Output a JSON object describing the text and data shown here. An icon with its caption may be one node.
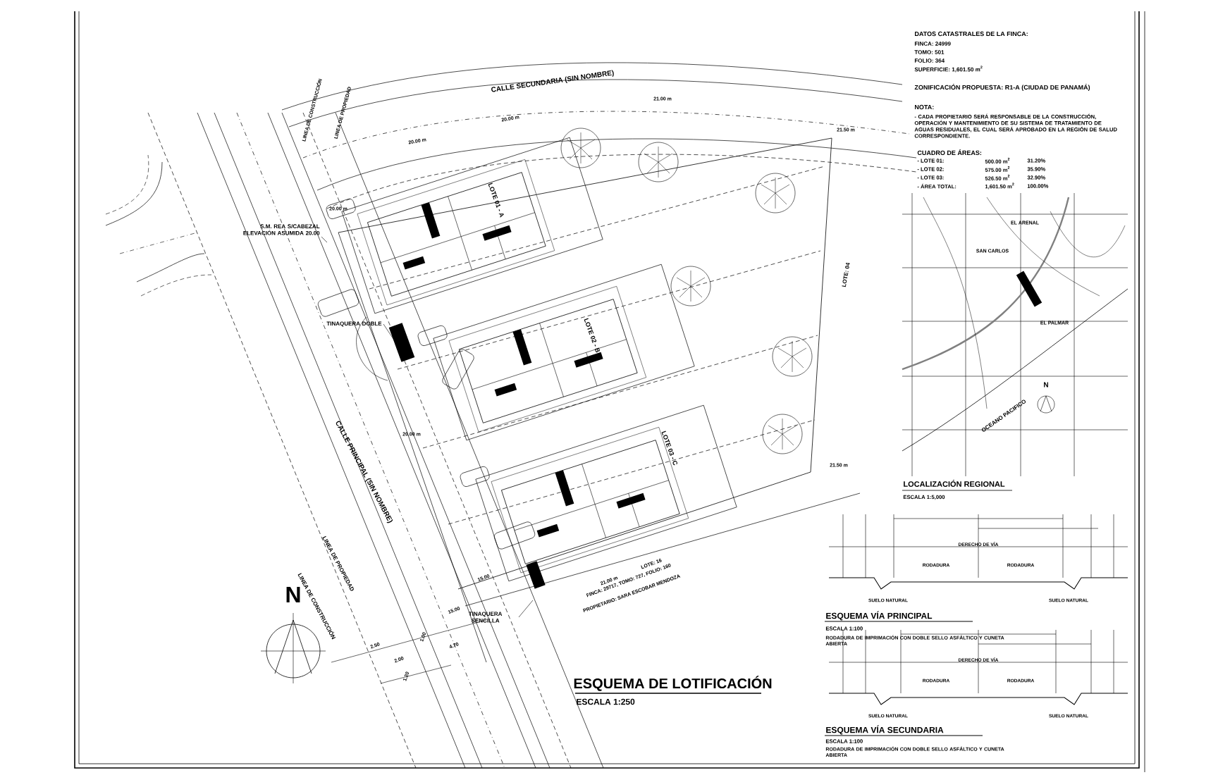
{
  "diagram": {
    "title": "ESQUEMA DE LOTIFICACIÓN",
    "nodes": [
      {
        "text": [
          "S.M. REA S/CABEZAL ELEVACIÓN ASUMIDA 20.00"
        ]
      },
      {
        "text": [
          "TINAQUERA DOBLE"
        ]
      },
      {
        "text": [
          "TINAQUERA SENCILLA"
        ]
      }
    ],
    "edges": [
      {
        "from": 0,
        "to": null,
        "arrow": "none"
      },
      {
        "from": 1,
        "to": null,
        "arrow": "none"
      },
      {
        "from": 2,
        "to": null,
        "arrow": "none"
      }
    ],
    "labels": [
      "ESCALA 1:250",
      "LINEA DE CONSTRUCCIÓN",
      "LINEA DE PROPIEDAD",
      "CALLE SECUNDARIA (SIN NOMBRE)",
      "21.00 m",
      "20.00 m",
      "20.00 m",
      "21.50 m",
      "LOTE 01 - A",
      "20.00 m",
      "LOTE 02 - B",
      "LOTE: 04",
      "20.00 m",
      "CALLE PRINCIPAL (SIN NOMBRE)",
      "LOTE 03 - C",
      "21.50 m",
      "LINEA DE PROPIEDAD",
      "LINEA DE CONSTRUCCIÓN",
      "15.00",
      "15.00",
      "21.00 m",
      "LOTE: 16",
      "FINCA: 29717, TOMO: 727, FOLIO: 160",
      "PROPIETARIO: SARA ESCOBAR MENDOZA",
      "2.50",
      "1.00",
      "4.70",
      "2.00",
      "1.20",
      "N",
      "DATOS CATASTRALES DE LA FINCA:",
      "FINCA: 24999",
      "TOMO: 501",
      "FOLIO: 364",
      "SUPERFICIE: 1,601.50 m$^{2}$",
      "ZONIFICACIÓN PROPUESTA: R1-A (CIUDAD DE PANAMÁ)",
      "NOTA:",
      "- CADA PROPIETARIO SERÁ RESPONSABLE DE LA CONSTRUCCIÓN, OPERACIÓN Y MANTENIMIENTO DE SU SISTEMA DE TRATAMIENTO DE AGUAS RESIDUALES, EL CUAL SERÁ APROBADO EN LA REGIÓN DE SALUD CORRESPONDIENTE.",
      "CUADRO DE ÁREAS:",
      "- LOTE 01:",
      "500.00 m$^{2}$",
      "31.20%",
      "- LOTE 02:",
      "575.00 m$^{2}$",
      "35.90%",
      "- LOTE 03:",
      "526.50 m$^{2}$",
      "32.90%",
      "- ÁREA TOTAL:",
      "1,601.50 m$^{2}$",
      "100.00%",
      "SAN CARLOS",
      "EL ARENAL",
      "EL PALMAR",
      "OCEANO PACIFICO",
      "N",
      "LOCALIZACIÓN REGIONAL",
      "ESCALA 1:5,000",
      "DERECHO DE VÍA",
      "RODADURA",
      "RODADURA",
      "SUELO NATURAL",
      "SUELO NATURAL",
      "ESQUEMA VÍA PRINCIPAL",
      "ESCALA 1:100",
      "RODADURA DE IMPRIMACIÓN CON DOBLE SELLO ASFÁLTICO Y CUNETA ABIERTA",
      "DERECHO DE VÍA",
      "RODADURA",
      "RODADURA",
      "SUELO NATURAL",
      "SUELO NATURAL",
      "ESQUEMA VÍA SECUNDARIA",
      "ESCALA 1:100",
      "RODADURA DE IMPRIMACIÓN CON DOBLE SELLO ASFÁLTICO Y CUNETA ABIERTA"
    ]
  }
}
